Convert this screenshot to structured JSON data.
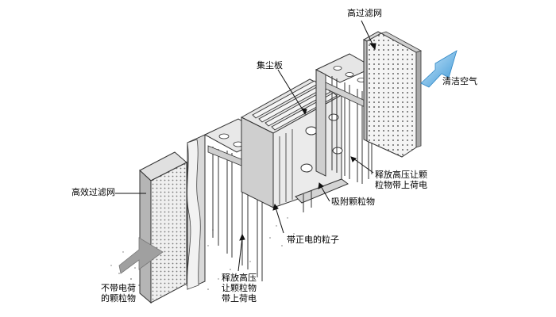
{
  "diagram": {
    "labels": {
      "hepa_filter": "高效过滤网",
      "uncharged_particles": "不带电荷\n的颗粒物",
      "release_hv_left": "释放高压\n让颗粒物\n带上荷电",
      "positive_particles": "带正电的粒子",
      "adsorbed_particles": "吸附颗粒物",
      "release_hv_right": "释放高压让颗\n粒物带上荷电",
      "collector_plate": "集尘板",
      "high_filter": "高过滤网",
      "clean_air": "清洁空气"
    },
    "colors": {
      "line": "#333333",
      "panel_light": "#e2e2e2",
      "panel_mid": "#cfcfcf",
      "panel_dark": "#9c9c9c",
      "arrow_blue": "#6ab7e6",
      "arrow_gray": "#9e9e9e"
    }
  }
}
